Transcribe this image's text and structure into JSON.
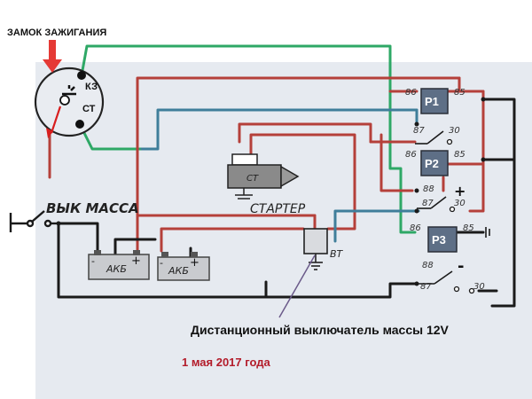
{
  "header": {
    "ignition_label": "ЗАМОК ЗАЖИГАНИЯ"
  },
  "ignition": {
    "terminal_kz": "КЗ",
    "terminal_st": "СТ"
  },
  "labels": {
    "ground_switch": "ВЫК МАССА",
    "starter": "СТАРТЕР",
    "starter_body": "СТ",
    "battery_1": "АКБ",
    "battery_2": "АКБ",
    "vt": "ВТ",
    "plus": "+",
    "minus": "-"
  },
  "relays": [
    {
      "name": "Р1",
      "pins": {
        "p86": "86",
        "p85": "85",
        "p87": "87",
        "p30": "30"
      }
    },
    {
      "name": "Р2",
      "pins": {
        "p86": "86",
        "p85": "85",
        "p88": "88",
        "p87": "87",
        "p30": "30",
        "sign": "+"
      }
    },
    {
      "name": "Р3",
      "pins": {
        "p86": "86",
        "p85": "85",
        "p88": "88",
        "p87": "87",
        "p30": "30",
        "sign": "-"
      }
    }
  ],
  "caption": "Дистанционный выключатель массы 12V",
  "date": "1 мая 2017 года",
  "colors": {
    "red_wire": "#b5403a",
    "green_wire": "#2ea866",
    "blue_wire": "#3f7e9a",
    "black_wire": "#1a1a1a",
    "arrow": "#e53935",
    "date_text": "#b31c2a"
  }
}
